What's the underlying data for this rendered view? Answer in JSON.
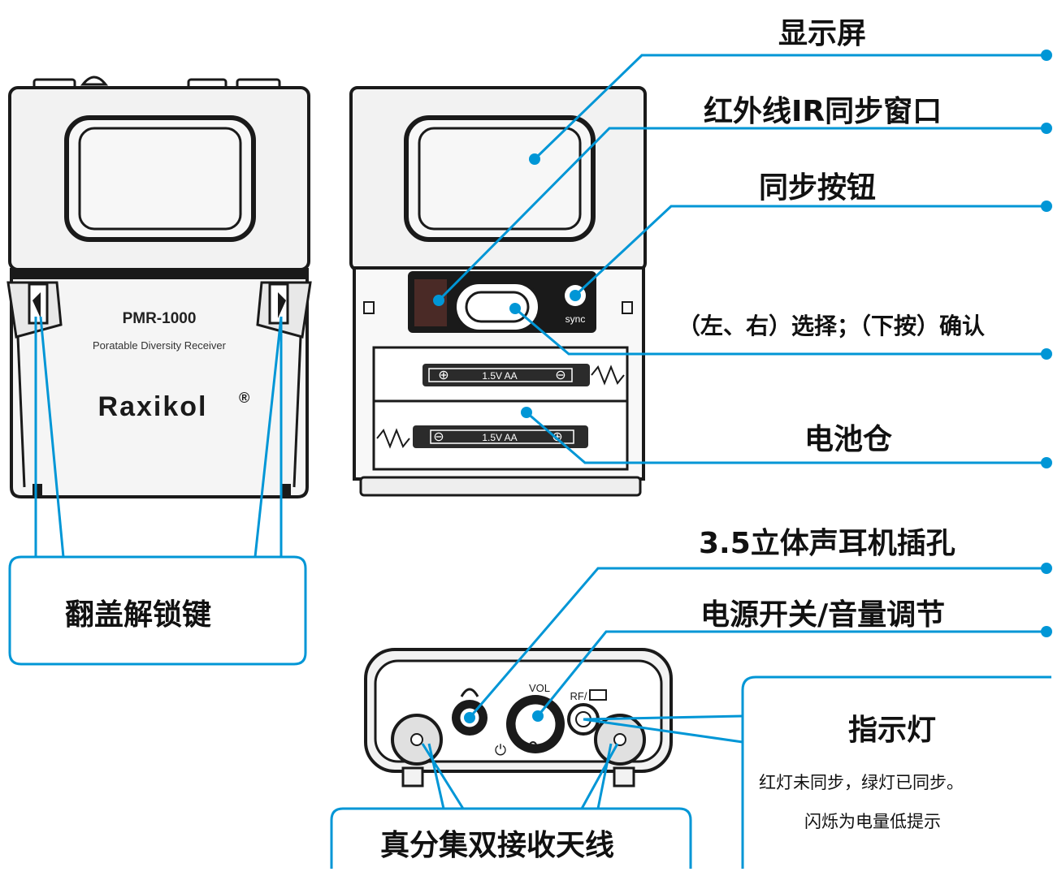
{
  "callouts": {
    "display": "显示屏",
    "ir_window": "红外线IR同步窗口",
    "sync_button": "同步按钮",
    "select_confirm": "（左、右）选择；（下按）确认",
    "battery": "电池仓",
    "headphone_jack": "3.5立体声耳机插孔",
    "power_volume": "电源开关/音量调节",
    "flip_unlock": "翻盖解锁键",
    "antenna": "真分集双接收天线",
    "indicator_title": "指示灯",
    "indicator_desc_1": "红灯未同步，绿灯已同步。",
    "indicator_desc_2": "闪烁为电量低提示"
  },
  "device": {
    "model": "PMR-1000",
    "subtitle": "Poratable Diversity Receiver",
    "brand": "Raxikol",
    "registered": "®",
    "sync_label": "sync",
    "battery_label_1": "1.5V AA",
    "battery_label_2": "1.5V AA",
    "vol_label": "VOL",
    "rf_label": "RF/"
  },
  "colors": {
    "callout_line": "#0096d6",
    "device_body": "#f2f2f2",
    "device_outline": "#1a1a1a",
    "battery_label": "#2b2b2b"
  }
}
